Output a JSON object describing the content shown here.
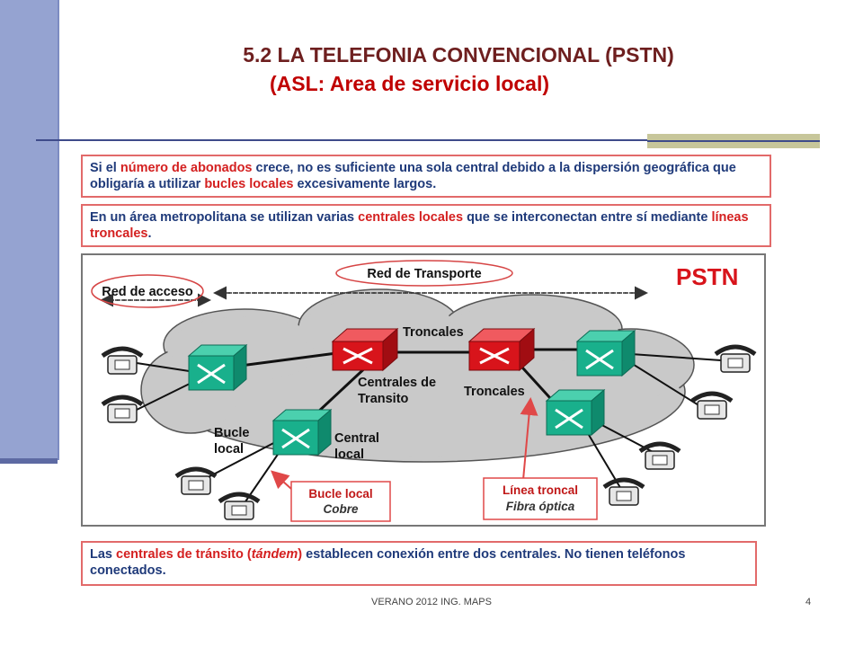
{
  "slide": {
    "title_line1": "5.2 LA TELEFONIA CONVENCIONAL (PSTN)",
    "title_line2": "(ASL: Area de servicio local)",
    "box1": {
      "p1": "Si el ",
      "h1": "número de abonados",
      "p2": " crece, no es suficiente una sola central debido a la dispersión geográfica que obligaría a utilizar ",
      "h2": "bucles locales",
      "p3": " excesivamente largos."
    },
    "box2": {
      "p1": "En un área metropolitana se utilizan varias ",
      "h1": "centrales locales",
      "p2": " que se interconectan entre sí mediante ",
      "h2": "líneas troncales",
      "p3": "."
    },
    "box3": {
      "p1": "Las ",
      "h1": "centrales de tránsito (",
      "h1i": "tándem",
      "h1b": ")",
      "p2": " establecen conexión entre dos centrales. No tienen teléfonos conectados."
    },
    "diagram": {
      "pstn_label": "PSTN",
      "red_transporte": "Red de Transporte",
      "red_acceso": "Red de acceso",
      "troncales_top": "Troncales",
      "troncales_mid": "Troncales",
      "centrales_transito_1": "Centrales de",
      "centrales_transito_2": "Transito",
      "bucle_1": "Bucle",
      "bucle_2": "local",
      "central_1": "Central",
      "central_2": "local",
      "callout_bucle_1": "Bucle local",
      "callout_bucle_2": "Cobre",
      "callout_linea_1": "Línea troncal",
      "callout_linea_2": "Fibra óptica"
    },
    "footer": "VERANO 2012 ING. MAPS",
    "page_number": "4",
    "colors": {
      "switch_local": "#19b08c",
      "switch_transit": "#d8141b",
      "cloud": "#cfcfcf",
      "title_dark": "#6e1f1f",
      "title_red": "#c00000",
      "body_blue": "#1f3a7a",
      "highlight_red": "#d42020"
    }
  }
}
